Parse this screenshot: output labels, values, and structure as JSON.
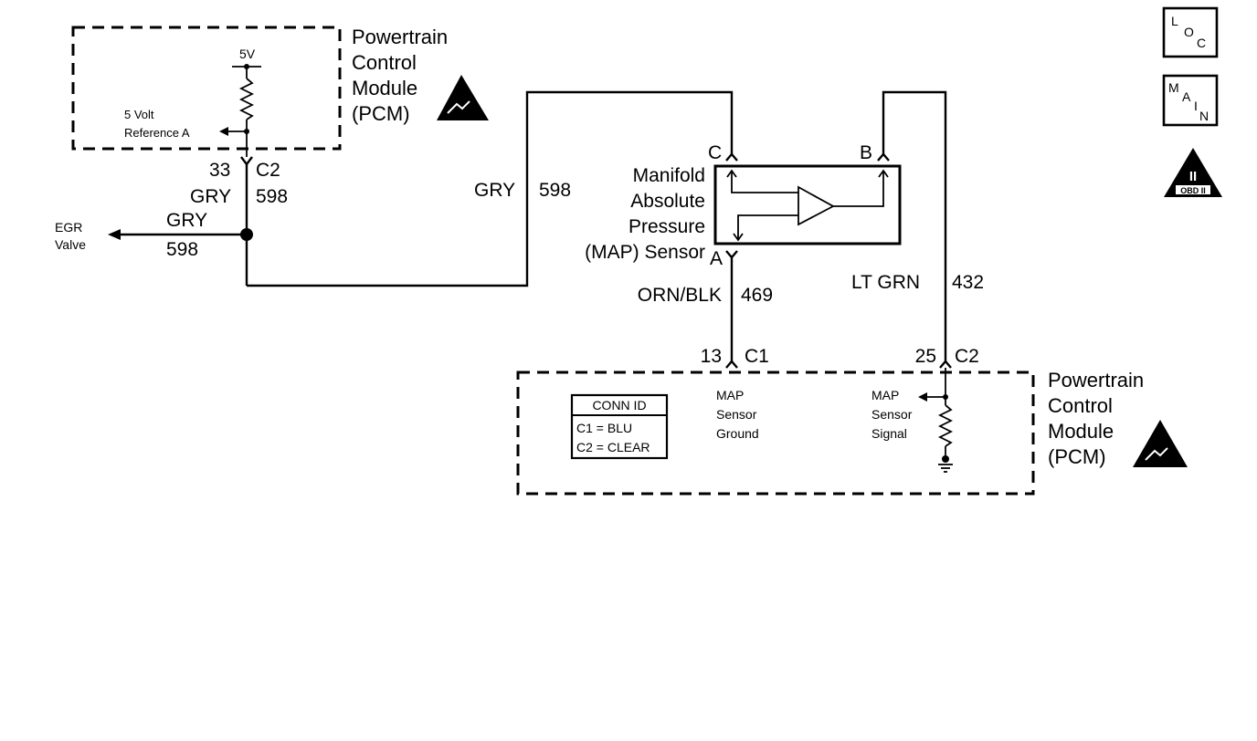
{
  "pcm_top": {
    "title_lines": [
      "Powertrain",
      "Control",
      "Module",
      "(PCM)"
    ],
    "supply_label": "5V",
    "ref_label_lines": [
      "5 Volt",
      "Reference A"
    ],
    "connector_pin": "33",
    "connector_id": "C2"
  },
  "wires": {
    "gry_598_top": {
      "color": "GRY",
      "circuit": "598"
    },
    "gry_598_egr": {
      "color": "GRY",
      "circuit": "598"
    },
    "gry_598_sensor": {
      "color": "GRY",
      "circuit": "598"
    },
    "orn_blk_469": {
      "color": "ORN/BLK",
      "circuit": "469"
    },
    "lt_grn_432": {
      "color": "LT GRN",
      "circuit": "432"
    }
  },
  "egr": {
    "label_lines": [
      "EGR",
      "Valve"
    ]
  },
  "map_sensor": {
    "label_lines": [
      "Manifold",
      "Absolute",
      "Pressure",
      "(MAP) Sensor"
    ],
    "terminal_a": "A",
    "terminal_b": "B",
    "terminal_c": "C"
  },
  "pcm_bottom": {
    "title_lines": [
      "Powertrain",
      "Control",
      "Module",
      "(PCM)"
    ],
    "c1_pin": "13",
    "c1_id": "C1",
    "c2_pin": "25",
    "c2_id": "C2",
    "ground_label_lines": [
      "MAP",
      "Sensor",
      "Ground"
    ],
    "signal_label_lines": [
      "MAP",
      "Sensor",
      "Signal"
    ],
    "conn_id": {
      "title": "CONN ID",
      "rows": [
        "C1 = BLU",
        "C2 = CLEAR"
      ]
    }
  },
  "side_icons": {
    "loc": [
      "L",
      "O",
      "C"
    ],
    "main": [
      "M",
      "A",
      "I",
      "N"
    ],
    "obd_numeral": "II",
    "obd_text": "OBD II"
  }
}
